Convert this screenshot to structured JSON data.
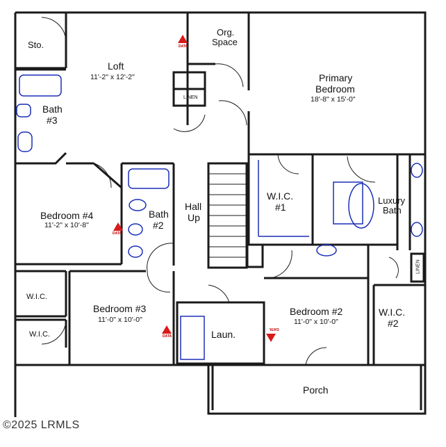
{
  "rooms": {
    "storage": "Sto.",
    "org_space": [
      "Org.",
      "Space"
    ],
    "loft": {
      "name": "Loft",
      "dims": "11'-2\" x 12'-2\""
    },
    "primary_bedroom": {
      "name": [
        "Primary",
        "Bedroom"
      ],
      "dims": "18'-8\" x 15'-0\""
    },
    "bath3": [
      "Bath",
      "#3"
    ],
    "linen_top": "LINEN",
    "bedroom4": {
      "name": "Bedroom #4",
      "dims": "11'-2\" x 10'-8\""
    },
    "bath2": [
      "Bath",
      "#2"
    ],
    "hall": [
      "Hall",
      "Up"
    ],
    "wic1": [
      "W.I.C.",
      "#1"
    ],
    "luxury_bath": [
      "Luxury",
      "Bath"
    ],
    "linen_right": "LINEN",
    "wic_left_upper": "W.I.C.",
    "wic_left_lower": "W.I.C.",
    "bedroom3": {
      "name": "Bedroom #3",
      "dims": "11'-0\" x 10'-0\""
    },
    "laundry": "Laun.",
    "bedroom2": {
      "name": "Bedroom #2",
      "dims": "11'-0\" x 10'-0\""
    },
    "wic2": [
      "W.I.C.",
      "#2"
    ],
    "porch": "Porch"
  },
  "data_tag": "DATA",
  "watermark": "©2025 LRMLS",
  "colors": {
    "walls": "#1a1a1a",
    "fixtures": "#1a2fb5",
    "data_marker": "#d91a1a"
  }
}
